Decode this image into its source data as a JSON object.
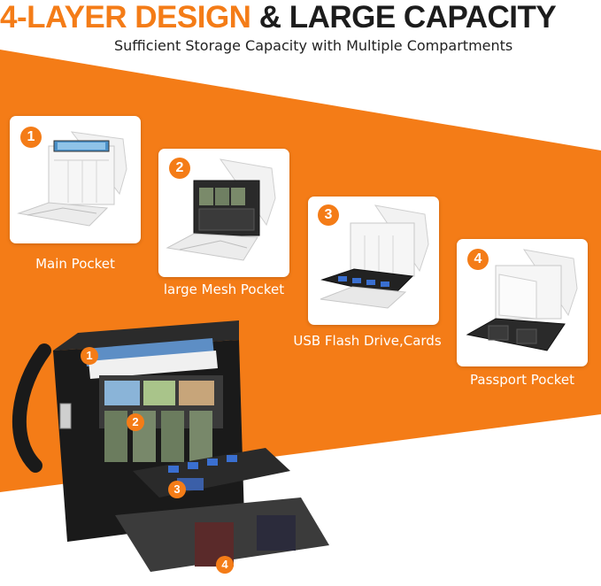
{
  "header": {
    "title_highlight": "4-LAYER DESIGN",
    "title_rest": "& LARGE CAPACITY",
    "subtitle": "Sufficient Storage Capacity with Multiple Compartments"
  },
  "colors": {
    "accent": "#f47c17",
    "title_dark": "#1c1c1c",
    "bag_black": "#1a1a1a"
  },
  "features": [
    {
      "number": "1",
      "label": "Main Pocket"
    },
    {
      "number": "2",
      "label": "large Mesh Pocket"
    },
    {
      "number": "3",
      "label": "USB Flash Drive,Cards"
    },
    {
      "number": "4",
      "label": "Passport Pocket"
    }
  ]
}
